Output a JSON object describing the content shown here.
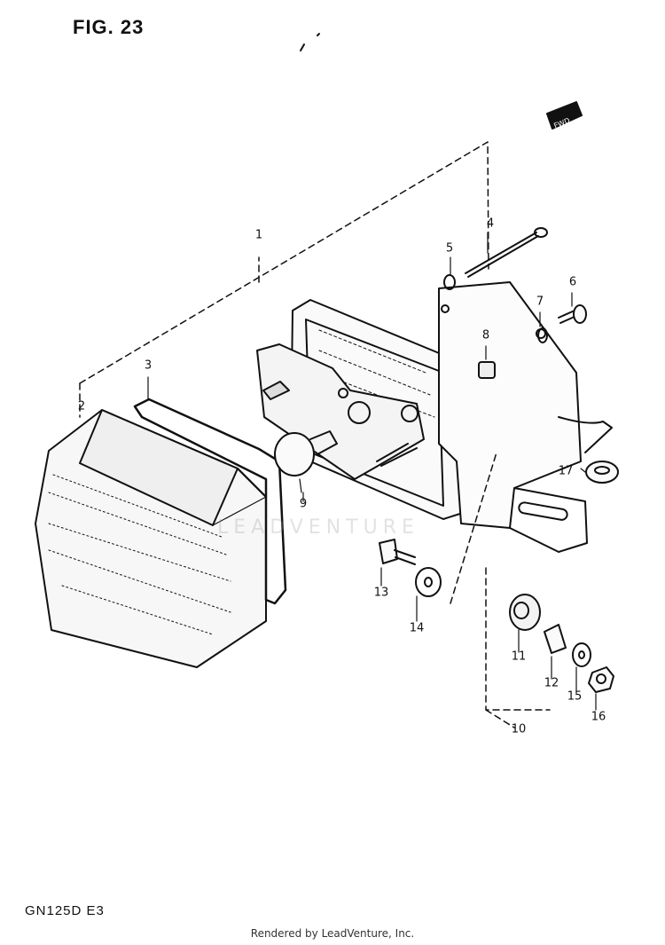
{
  "figure": {
    "title": "FIG. 23",
    "model": "GN125D  E3"
  },
  "footer": {
    "rendered_by": "Rendered by LeadVenture, Inc."
  },
  "watermark": {
    "text": "LEADVENTURE"
  },
  "fwd_arrow": {
    "label": "FWD"
  },
  "callouts": [
    "1",
    "2",
    "3",
    "4",
    "5",
    "6",
    "7",
    "8",
    "9",
    "10",
    "11",
    "12",
    "13",
    "14",
    "15",
    "16",
    "17"
  ]
}
